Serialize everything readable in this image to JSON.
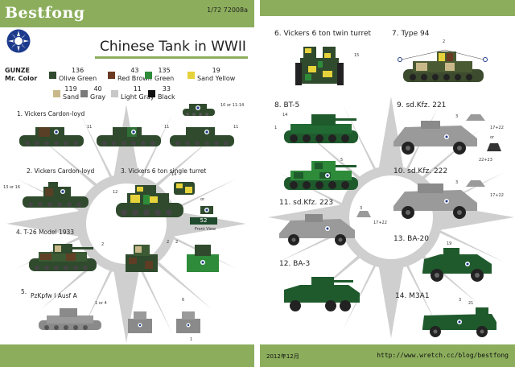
{
  "header": {
    "brand": "Bestfong",
    "code": "1/72  72008a",
    "title": "Chinese Tank in WWII"
  },
  "palette": {
    "brand_label": "GUNZE",
    "brand_sub": "Mr. Color",
    "swatches": [
      {
        "code": "136",
        "name": "Olive Green",
        "color": "#2f4a2d"
      },
      {
        "code": "43",
        "name": "Red Brown",
        "color": "#6a3a22"
      },
      {
        "code": "135",
        "name": "Green",
        "color": "#2e8b3a"
      },
      {
        "code": "19",
        "name": "Sand Yellow",
        "color": "#e6d23a"
      },
      {
        "code": "119",
        "name": "Sand",
        "color": "#c9b98a"
      },
      {
        "code": "40",
        "name": "Gray",
        "color": "#7a7a7a"
      },
      {
        "code": "11",
        "name": "Light Gray",
        "color": "#c8c8c8"
      },
      {
        "code": "33",
        "name": "Black",
        "color": "#111111"
      }
    ]
  },
  "left_items": [
    {
      "label": "1. Vickers Cardon-loyd"
    },
    {
      "label": "2. Vickers Cardon-loyd"
    },
    {
      "label": "3. Vickers 6 ton  single turret"
    },
    {
      "label": "4. T-26 Model 1933"
    },
    {
      "label": "5."
    },
    {
      "label": "PzKpfw I Ausf A"
    }
  ],
  "left_numbers": {
    "n11a": "11",
    "n11b": "11",
    "n11c": "11",
    "n10": "10 or 11-14",
    "n1316": "13 or 16",
    "n14": "14",
    "n12": "12",
    "or": "or",
    "n52": "52",
    "front": "Front View",
    "n2a": "2",
    "n2b": "2",
    "n2c": "2",
    "n1or4": "1 or 4",
    "n6": "6",
    "n1": "1"
  },
  "right_items": [
    {
      "label": "6. Vickers 6 ton  twin turret"
    },
    {
      "label": "7. Type 94"
    },
    {
      "label": "8. BT-5"
    },
    {
      "label": "9. sd.Kfz. 221"
    },
    {
      "label": "10. sd.Kfz. 222"
    },
    {
      "label": "11. sd.Kfz. 223"
    },
    {
      "label": "12. BA-3"
    },
    {
      "label": "13. BA-20"
    },
    {
      "label": "14. M3A1"
    }
  ],
  "right_numbers": {
    "n15": "15",
    "n2": "2",
    "n14": "14",
    "n1": "1",
    "n5": "5",
    "n3a": "3",
    "n1722a": "17+22",
    "or": "or",
    "n2223": "22+23",
    "n3b": "3",
    "n1722b": "17+22",
    "n3c": "3",
    "n1722c": "17+22",
    "n19": "19",
    "n3d": "3",
    "n21": "21"
  },
  "footer": {
    "year": "2012年12月",
    "url": "http://www.wretch.cc/blog/bestfong"
  }
}
